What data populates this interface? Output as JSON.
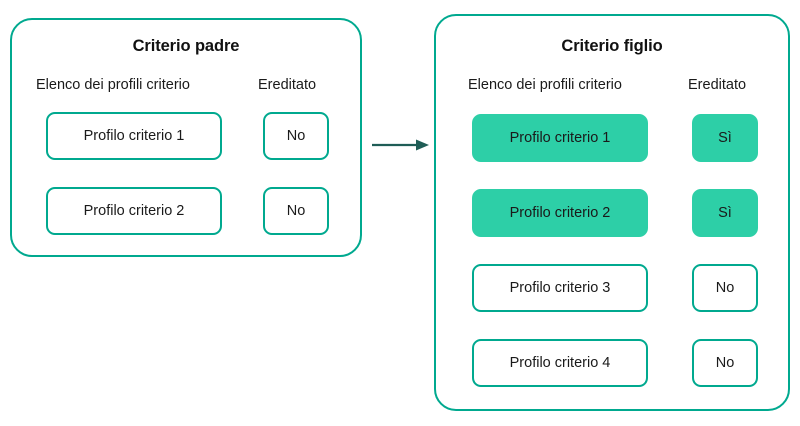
{
  "colors": {
    "panel_border": "#00a98f",
    "box_border": "#00a98f",
    "box_fill_inherited": "#2dcfa7",
    "arrow": "#1f5d56",
    "text": "#1a1a1a",
    "background": "#ffffff"
  },
  "panels": [
    {
      "id": "parent",
      "title": "Criterio padre",
      "headers": {
        "list": "Elenco dei profili criterio",
        "inherited": "Ereditato"
      },
      "rows": [
        {
          "profile": "Profilo criterio 1",
          "inherited": "No",
          "highlighted": false
        },
        {
          "profile": "Profilo criterio 2",
          "inherited": "No",
          "highlighted": false
        }
      ]
    },
    {
      "id": "child",
      "title": "Criterio figlio",
      "headers": {
        "list": "Elenco dei profili criterio",
        "inherited": "Ereditato"
      },
      "rows": [
        {
          "profile": "Profilo criterio 1",
          "inherited": "Sì",
          "highlighted": true
        },
        {
          "profile": "Profilo criterio 2",
          "inherited": "Sì",
          "highlighted": true
        },
        {
          "profile": "Profilo criterio 3",
          "inherited": "No",
          "highlighted": false
        },
        {
          "profile": "Profilo criterio 4",
          "inherited": "No",
          "highlighted": false
        }
      ]
    }
  ],
  "connector": {
    "icon": "arrow-right-icon",
    "direction": "right",
    "from": "parent",
    "to": "child"
  }
}
